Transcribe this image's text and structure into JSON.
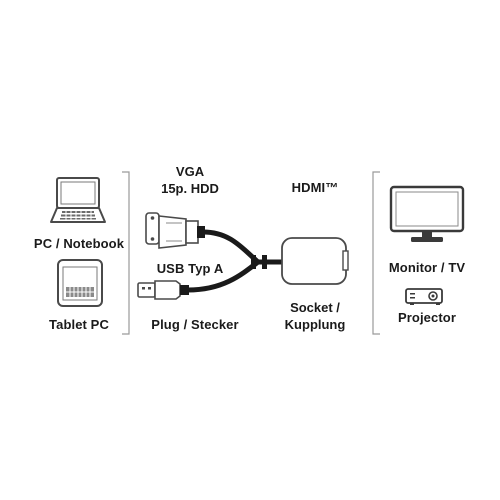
{
  "left_devices": {
    "pc_label": "PC / Notebook",
    "tablet_label": "Tablet PC"
  },
  "cable": {
    "vga_line1": "VGA",
    "vga_line2": "15p. HDD",
    "usb_label": "USB Typ A",
    "plug_label": "Plug / Stecker"
  },
  "adapter": {
    "hdmi_label": "HDMI™",
    "socket_line1": "Socket /",
    "socket_line2": "Kupplung"
  },
  "right_devices": {
    "monitor_label": "Monitor / TV",
    "projector_label": "Projector"
  },
  "icons": [
    "laptop-icon",
    "tablet-icon",
    "vga-plug-icon",
    "usb-plug-icon",
    "hdmi-adapter-icon",
    "monitor-icon",
    "projector-icon"
  ]
}
